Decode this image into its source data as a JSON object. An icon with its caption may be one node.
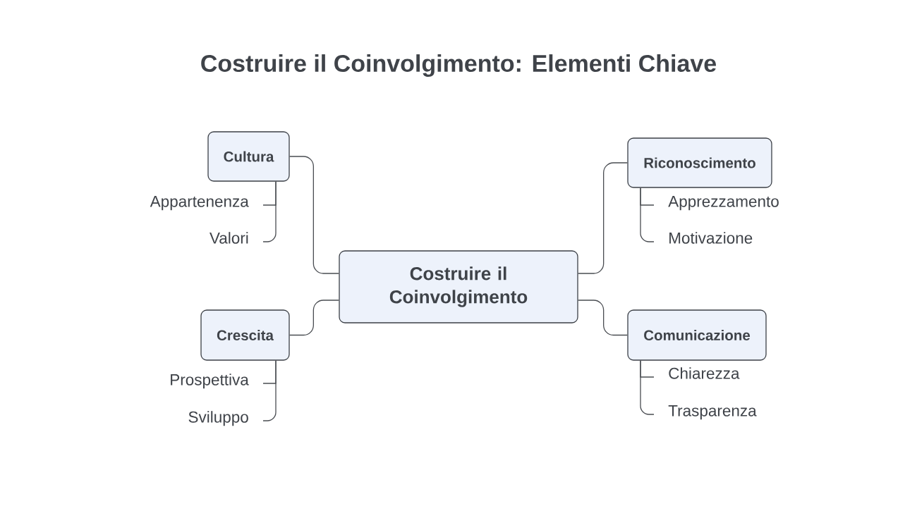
{
  "diagram": {
    "title": "Costruire il Coinvolgimento: Elementi Chiave",
    "nodes": [
      {
        "text": [
          "Costruire il Coinvolgimento"
        ]
      },
      {
        "text": [
          "Cultura"
        ]
      },
      {
        "text": [
          "Appartenenza"
        ]
      },
      {
        "text": [
          "Valori"
        ]
      },
      {
        "text": [
          "Riconoscimento"
        ]
      },
      {
        "text": [
          "Apprezzamento"
        ]
      },
      {
        "text": [
          "Motivazione"
        ]
      },
      {
        "text": [
          "Crescita"
        ]
      },
      {
        "text": [
          "Prospettiva"
        ]
      },
      {
        "text": [
          "Sviluppo"
        ]
      },
      {
        "text": [
          "Comunicazione"
        ]
      },
      {
        "text": [
          "Chiarezza"
        ]
      },
      {
        "text": [
          "Trasparenza"
        ]
      }
    ],
    "edges": [
      {
        "from": 0,
        "to": 1,
        "arrow": "none"
      },
      {
        "from": 0,
        "to": 4,
        "arrow": "none"
      },
      {
        "from": 0,
        "to": 7,
        "arrow": "none"
      },
      {
        "from": 0,
        "to": 10,
        "arrow": "none"
      },
      {
        "from": 1,
        "to": 2,
        "arrow": "none"
      },
      {
        "from": 1,
        "to": 3,
        "arrow": "none"
      },
      {
        "from": 4,
        "to": 5,
        "arrow": "none"
      },
      {
        "from": 4,
        "to": 6,
        "arrow": "none"
      },
      {
        "from": 7,
        "to": 8,
        "arrow": "none"
      },
      {
        "from": 7,
        "to": 9,
        "arrow": "none"
      },
      {
        "from": 10,
        "to": 11,
        "arrow": "none"
      },
      {
        "from": 10,
        "to": 12,
        "arrow": "none"
      }
    ]
  }
}
